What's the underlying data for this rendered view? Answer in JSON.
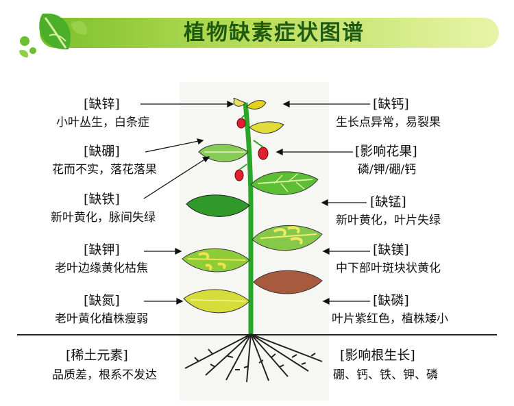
{
  "title": "植物缺素症状图谱",
  "colors": {
    "stem": "#2aa52a",
    "leaf_green": "#5cbe35",
    "leaf_dark": "#2f9a2a",
    "leaf_yellow": "#d6dd3a",
    "leaf_brown": "#a85a3e",
    "fruit": "#e02030"
  },
  "left": [
    {
      "head": "[缺锌]",
      "desc": "小叶丛生，白条症"
    },
    {
      "head": "[缺硼]",
      "desc": "花而不实，落花落果"
    },
    {
      "head": "[缺铁]",
      "desc": "新叶黄化，脉间失绿"
    },
    {
      "head": "[缺钾]",
      "desc": "老叶边缘黄化枯焦"
    },
    {
      "head": "[缺氮]",
      "desc": "老叶黄化植株瘦弱"
    }
  ],
  "right": [
    {
      "head": "[缺钙]",
      "desc": "生长点异常，易裂果"
    },
    {
      "head": "[影响花果]",
      "desc": "磷/钾/硼/钙"
    },
    {
      "head": "[缺锰]",
      "desc": "新叶黄化，叶片失绿"
    },
    {
      "head": "[缺镁]",
      "desc": "中下部叶斑块状黄化"
    },
    {
      "head": "[缺磷]",
      "desc": "叶片紫红色，植株矮小"
    }
  ],
  "bottom_left": {
    "head": "[稀土元素]",
    "desc": "品质差，根系不发达"
  },
  "bottom_right": {
    "head": "[影响根生长]",
    "desc": "硼、钙、铁、钾、磷"
  }
}
